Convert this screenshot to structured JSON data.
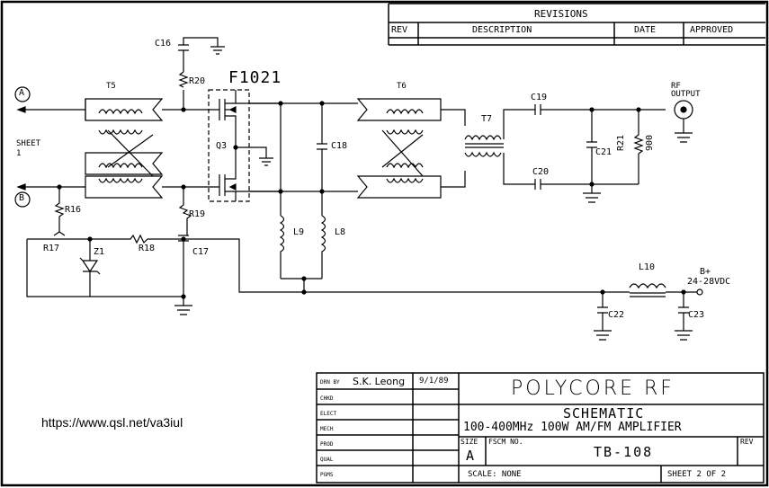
{
  "revisions": {
    "title": "REVISIONS",
    "col_rev": "REV",
    "col_description": "DESCRIPTION",
    "col_date": "DATE",
    "col_approved": "APPROVED"
  },
  "schematic": {
    "device_label": "F1021",
    "components": {
      "c16": "C16",
      "r20": "R20",
      "t5": "T5",
      "t6": "T6",
      "t7": "T7",
      "q3": "Q3",
      "c18": "C18",
      "c19": "C19",
      "c20": "C20",
      "c21": "C21",
      "r21": "R21",
      "r21_value": "900",
      "l9": "L9",
      "l8": "L8",
      "r16": "R16",
      "r17": "R17",
      "z1": "Z1",
      "r18": "R18",
      "r19": "R19",
      "c17": "C17",
      "l10": "L10",
      "c22": "C22",
      "c23": "C23"
    },
    "port_a": "A",
    "port_b": "B",
    "sheet_ref_line1": "SHEET",
    "sheet_ref_line2": "1",
    "rf_output_line1": "RF",
    "rf_output_line2": "OUTPUT",
    "supply_line1": "B+",
    "supply_line2": "24-28VDC"
  },
  "title_block": {
    "drn_by_label": "DRN BY",
    "drawn_by": "S.K. Leong",
    "drawn_date": "9/1/89",
    "chkd": "CHKD",
    "elect": "ELECT",
    "mech": "MECH",
    "prod": "PROD",
    "qual": "QUAL",
    "pgms": "PGMS",
    "company": "POLYCORE RF",
    "doc_type": "SCHEMATIC",
    "description": "100-400MHz 100W AM/FM AMPLIFIER",
    "size_label": "SIZE",
    "size": "A",
    "fscm_label": "FSCM NO.",
    "drawing_number": "TB-108",
    "rev_label": "REV",
    "scale": "SCALE:  NONE",
    "sheet": "SHEET 2 OF 2"
  },
  "watermark_url": "https://www.qsl.net/va3iul"
}
